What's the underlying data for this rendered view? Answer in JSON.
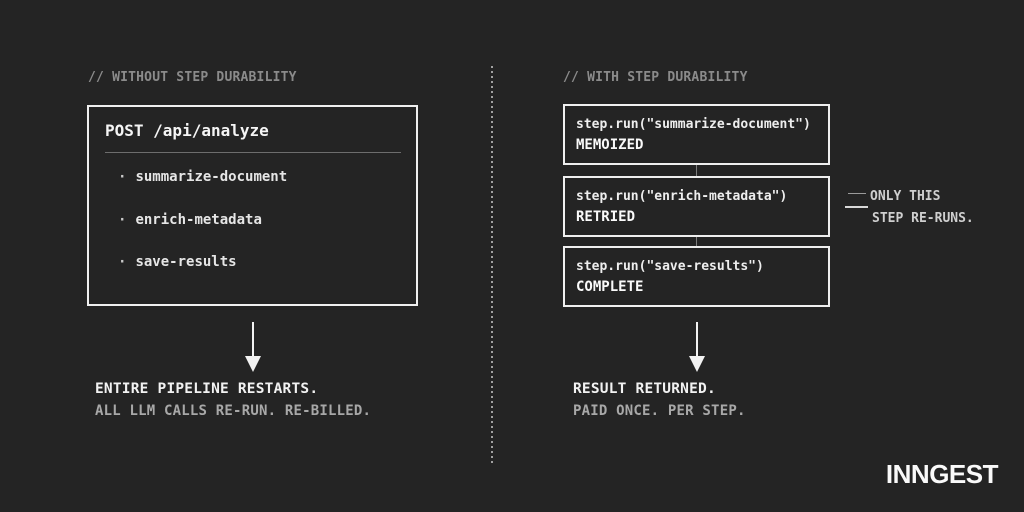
{
  "colors": {
    "background": "#242424",
    "primary_text": "#f2f2f2",
    "secondary_text": "#a8a8a8",
    "header_text": "#8b8b8b",
    "box_border": "#efefef"
  },
  "left_panel": {
    "header": "// WITHOUT STEP DURABILITY",
    "api_box": {
      "title": "POST /api/analyze",
      "bullet": "·",
      "items": [
        "summarize-document",
        "enrich-metadata",
        "save-results"
      ]
    },
    "result_title": "ENTIRE PIPELINE RESTARTS.",
    "result_sub": "ALL LLM CALLS RE-RUN. RE-BILLED."
  },
  "right_panel": {
    "header": "// WITH STEP DURABILITY",
    "steps": [
      {
        "code": "step.run(\"summarize-document\")",
        "status": "MEMOIZED"
      },
      {
        "code": "step.run(\"enrich-metadata\")",
        "status": "RETRIED"
      },
      {
        "code": "step.run(\"save-results\")",
        "status": "COMPLETE"
      }
    ],
    "annotation": {
      "line1": "ONLY THIS",
      "line2": "STEP RE-RUNS."
    },
    "result_title": "RESULT RETURNED.",
    "result_sub": "PAID ONCE. PER STEP."
  },
  "logo": {
    "text": "INNGEST"
  }
}
